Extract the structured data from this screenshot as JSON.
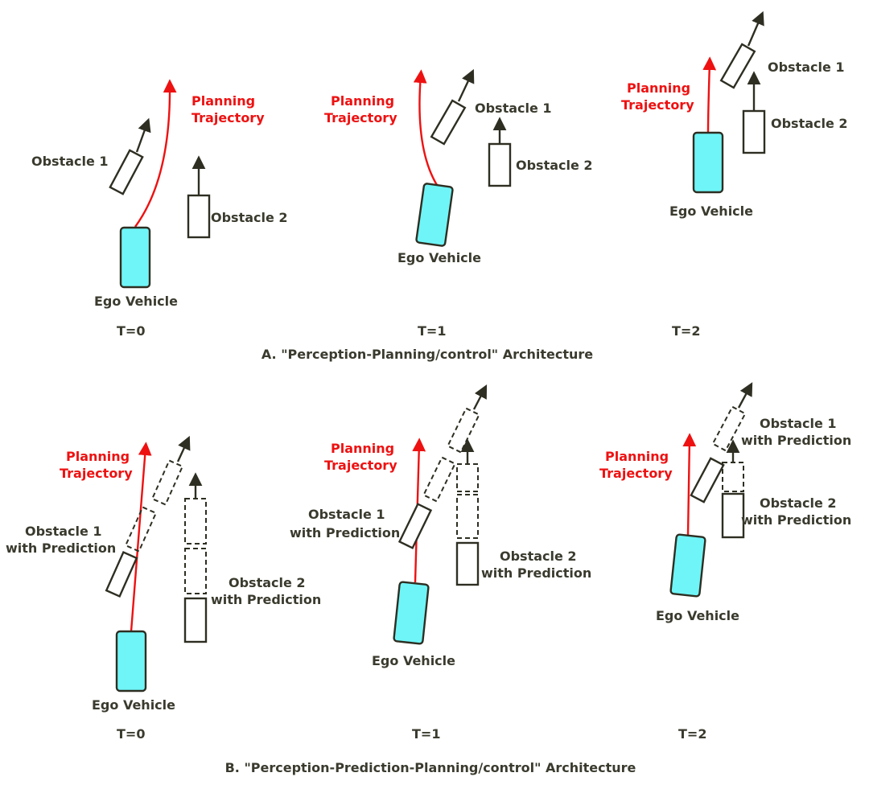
{
  "labels": {
    "ego": "Ego Vehicle",
    "obstacle_1": "Obstacle 1",
    "obstacle_2": "Obstacle 2",
    "with_prediction": "with Prediction",
    "planning": "Planning",
    "trajectory": "Trajectory",
    "t0": "T=0",
    "t1": "T=1",
    "t2": "T=2"
  },
  "captions": {
    "a": "A. \"Perception-Planning/control\" Architecture",
    "b": "B. \"Perception-Prediction-Planning/control\" Architecture"
  },
  "colors": {
    "ego_fill": "#6ff5f7",
    "trajectory": "#ee1111",
    "outline": "#2e2e22"
  }
}
